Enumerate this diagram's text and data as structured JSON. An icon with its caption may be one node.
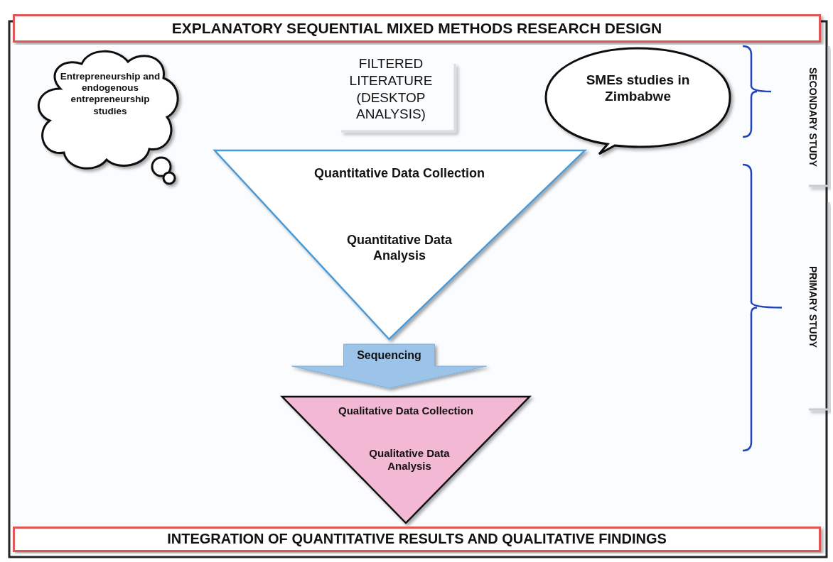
{
  "diagram": {
    "nodes": [
      {
        "text": [
          "EXPLANATORY SEQUENTIAL MIXED METHODS RESEARCH DESIGN"
        ]
      },
      {
        "text": [
          "Entrepreneurship and endogenous entrepreneurship studies"
        ]
      },
      {
        "text": [
          "FILTERED LITERATURE (DESKTOP ANALYSIS)"
        ]
      },
      {
        "text": [
          "SMEs studies in Zimbabwe"
        ]
      },
      {
        "text": [
          "Quantitative Data Collection",
          "Quantitative Data Analysis"
        ]
      },
      {
        "text": [
          "Qualitative Data Collection",
          "Qualitative Data Analysis"
        ]
      },
      {
        "text": [
          "INTEGRATION OF QUANTITATIVE RESULTS AND QUALITATIVE FINDINGS"
        ]
      },
      {
        "text": [
          "SECONDARY STUDY"
        ]
      },
      {
        "text": [
          "PRIMARY STUDY"
        ]
      }
    ],
    "edges": [
      {
        "from": 4,
        "to": 5,
        "arrow": "to",
        "label": "Sequencing"
      }
    ]
  }
}
